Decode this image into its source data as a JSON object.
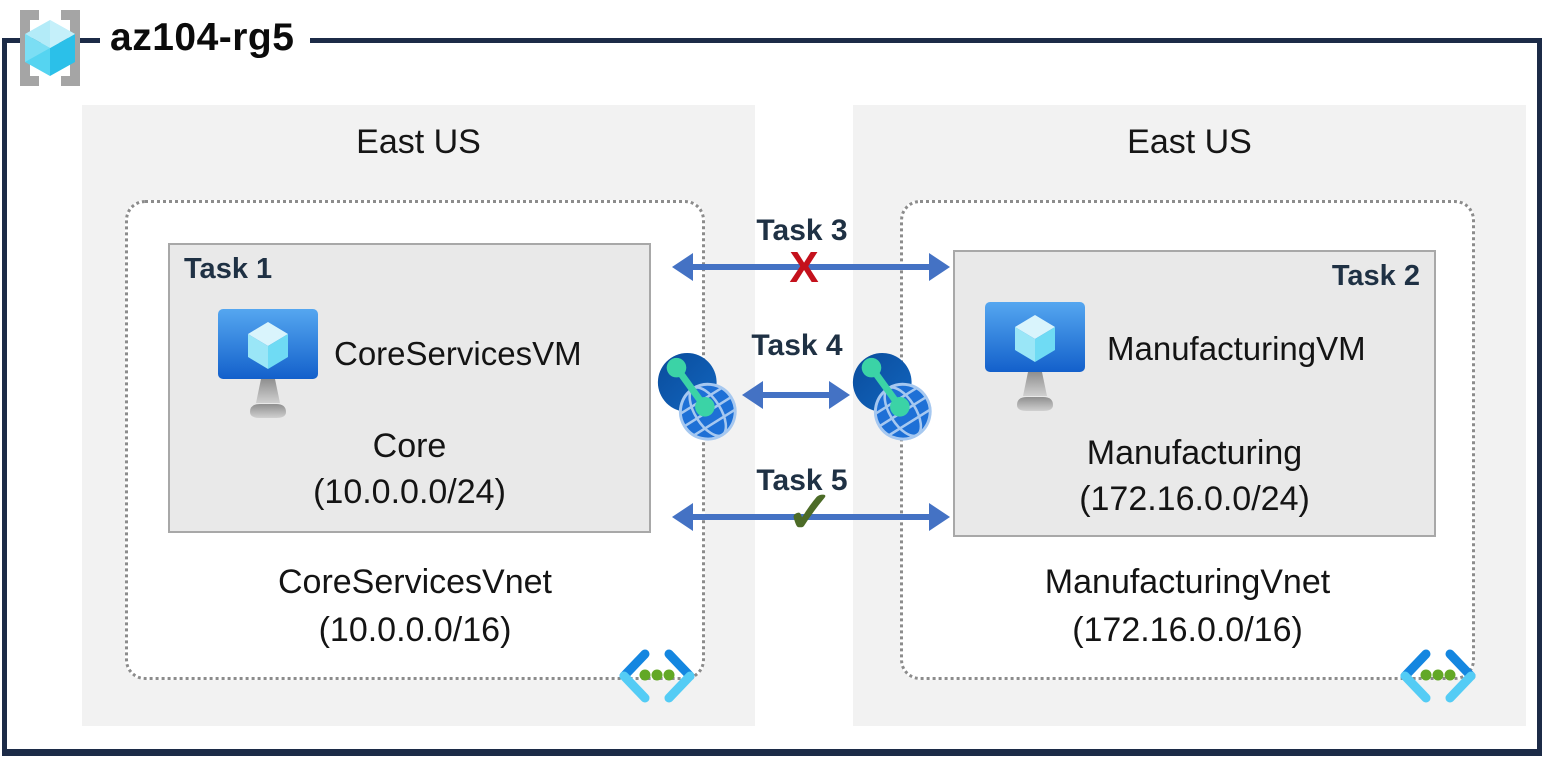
{
  "resource_group": {
    "name": "az104-rg5"
  },
  "regions": [
    {
      "location": "East US",
      "vnet": {
        "name": "CoreServicesVnet",
        "cidr": "(10.0.0.0/16)"
      },
      "subnet": {
        "task_label": "Task 1",
        "vm_name": "CoreServicesVM",
        "name": "Core",
        "cidr": "(10.0.0.0/24)"
      }
    },
    {
      "location": "East US",
      "vnet": {
        "name": "ManufacturingVnet",
        "cidr": "(172.16.0.0/16)"
      },
      "subnet": {
        "task_label": "Task 2",
        "vm_name": "ManufacturingVM",
        "name": "Manufacturing",
        "cidr": "(172.16.0.0/24)"
      }
    }
  ],
  "connections": [
    {
      "label": "Task 3",
      "glyph": "X"
    },
    {
      "label": "Task 4",
      "glyph": ""
    },
    {
      "label": "Task 5",
      "glyph": "✓"
    }
  ],
  "icons": {
    "resource_group": "resource-group-bracket-cube-icon",
    "vm": "virtual-machine-monitor-cube-icon",
    "peering": "vnet-peering-globe-icon",
    "vnet": "virtual-network-chevron-dots-icon"
  },
  "colors": {
    "frame": "#1c2b47",
    "region_bg": "#f2f2f2",
    "subnet_bg": "#e9e9e9",
    "arrow": "#4472c4",
    "task_text": "#1f3144",
    "blocked_x": "#c4111c",
    "check": "#4c6b27",
    "vm_monitor": "#1f6fd0",
    "cube_cyan": "#6fdbf4",
    "peering_teal": "#3bd3a6"
  }
}
